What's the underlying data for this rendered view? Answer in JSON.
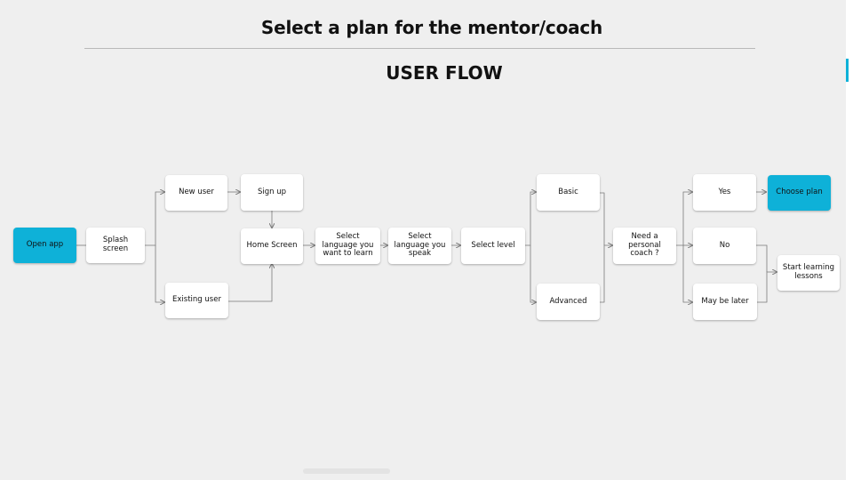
{
  "header": {
    "title": "Select a plan for the mentor/coach",
    "subtitle": "USER FLOW"
  },
  "colors": {
    "background": "#efefef",
    "node": "#ffffff",
    "accent": "#0eb1d8",
    "connector": "#7a7a7a"
  },
  "nodes": {
    "open_app": "Open app",
    "splash_screen": "Splash screen",
    "new_user": "New user",
    "existing_user": "Existing user",
    "sign_up": "Sign up",
    "home_screen": "Home Screen",
    "select_learn_language": "Select language you want to learn",
    "select_speak_language": "Select language you speak",
    "select_level": "Select level",
    "basic": "Basic",
    "advanced": "Advanced",
    "need_coach": "Need a personal coach ?",
    "yes": "Yes",
    "no": "No",
    "may_be_later": "May be later",
    "choose_plan": "Choose plan",
    "start_learning": "Start learning lessons"
  }
}
